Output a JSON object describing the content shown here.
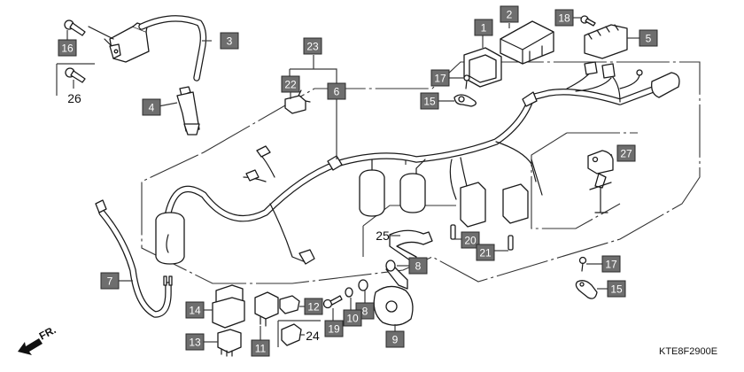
{
  "diagram": {
    "title": "Wire Harness / Electrical Components Exploded View",
    "drawing_code": "KTE8F2900E",
    "direction_label": "FR.",
    "callouts": [
      {
        "id": "c1",
        "label": "1",
        "part": "battery-holder"
      },
      {
        "id": "c2",
        "label": "2",
        "part": "control-unit"
      },
      {
        "id": "c3",
        "label": "3",
        "part": "ignition-coil"
      },
      {
        "id": "c4",
        "label": "4",
        "part": "spark-plug-cap"
      },
      {
        "id": "c5",
        "label": "5",
        "part": "regulator-rectifier"
      },
      {
        "id": "c6",
        "label": "6",
        "part": "main-wire-harness"
      },
      {
        "id": "c7",
        "label": "7",
        "part": "sub-wire-harness"
      },
      {
        "id": "c8a",
        "label": "8",
        "part": "collar-upper"
      },
      {
        "id": "c8b",
        "label": "8",
        "part": "collar-lower"
      },
      {
        "id": "c9",
        "label": "9",
        "part": "horn"
      },
      {
        "id": "c10",
        "label": "10",
        "part": "nut"
      },
      {
        "id": "c11",
        "label": "11",
        "part": "relay"
      },
      {
        "id": "c12",
        "label": "12",
        "part": "relay-cover"
      },
      {
        "id": "c13",
        "label": "13",
        "part": "winker-relay"
      },
      {
        "id": "c14",
        "label": "14",
        "part": "starter-relay"
      },
      {
        "id": "c15a",
        "label": "15",
        "part": "wire-clamp-upper"
      },
      {
        "id": "c15b",
        "label": "15",
        "part": "wire-clamp-lower"
      },
      {
        "id": "c16",
        "label": "16",
        "part": "coil-bolt"
      },
      {
        "id": "c17a",
        "label": "17",
        "part": "screw-upper"
      },
      {
        "id": "c17b",
        "label": "17",
        "part": "screw-lower"
      },
      {
        "id": "c18",
        "label": "18",
        "part": "regulator-bolt"
      },
      {
        "id": "c19",
        "label": "19",
        "part": "horn-bolt"
      },
      {
        "id": "c20",
        "label": "20",
        "part": "fuse-a"
      },
      {
        "id": "c21",
        "label": "21",
        "part": "fuse-b"
      },
      {
        "id": "c22",
        "label": "22",
        "part": "connector"
      },
      {
        "id": "c23",
        "label": "23",
        "part": "harness-assembly"
      },
      {
        "id": "c27",
        "label": "27",
        "part": "cap"
      }
    ],
    "plain_callouts": [
      {
        "id": "p24",
        "label": "24",
        "part": "relay-cover-b"
      },
      {
        "id": "p25",
        "label": "25",
        "part": "band"
      },
      {
        "id": "p26",
        "label": "26",
        "part": "bolt-alt"
      }
    ],
    "colors": {
      "tag_fill": "#6e6e6e",
      "tag_text": "#ffffff",
      "line": "#1a1a1a",
      "background": "#ffffff"
    }
  }
}
